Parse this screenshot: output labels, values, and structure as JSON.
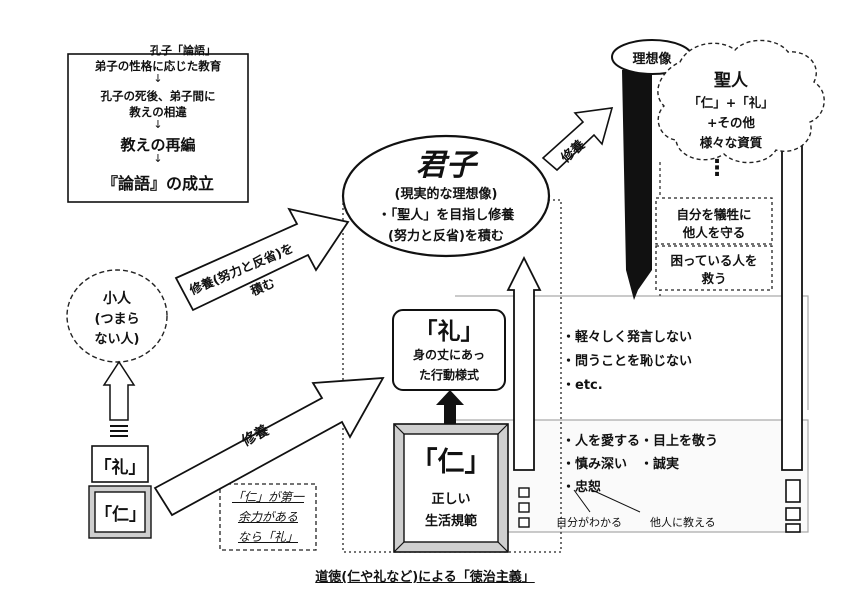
{
  "source_box": {
    "header": "孔子「論語」",
    "step1": "弟子の性格に応じた教育",
    "step2_line1": "孔子の死後、弟子間に",
    "step2_line2": "教えの相違",
    "step3": "教えの再編",
    "step4": "『論語』の成立",
    "arrow": "↓"
  },
  "shoujin": {
    "line1": "小人",
    "line2": "(つまら",
    "line3": "ない人)"
  },
  "left_boxes": {
    "rei": "「礼」",
    "jin": "「仁」"
  },
  "note_box": {
    "line1": "「仁」が第一",
    "line2": "余力がある",
    "line3": "なら「礼」"
  },
  "arrows": {
    "shugyo_lower": "修養",
    "shugyo_upper_line1": "修養(努力と反省)を",
    "shugyo_upper_line2": "積む",
    "shugyo_top": "修養"
  },
  "kunshi": {
    "title": "君子",
    "line1": "(現実的な理想像)",
    "line2": "・「聖人」を目指し修養",
    "line3": "(努力と反省)を積む"
  },
  "rei_box": {
    "title": "「礼」",
    "line1": "身の丈にあっ",
    "line2": "た行動様式"
  },
  "jin_box": {
    "title": "「仁」",
    "line1": "正しい",
    "line2": "生活規範"
  },
  "rei_points": {
    "p1": "・軽々しく発言しない",
    "p2": "・問うことを恥じない",
    "p3": "・etc."
  },
  "jin_points": {
    "p1": "・人を愛する・目上を敬う",
    "p2": "・慎み深い　・誠実",
    "p3": "・忠恕",
    "note_left": "自分がわかる",
    "note_right": "他人に教える"
  },
  "ideal": {
    "label": "理想像",
    "seijin": "聖人",
    "line1": "「仁」+「礼」",
    "line2": "+その他",
    "line3": "様々な資質",
    "dots": "⋮",
    "sacrifice_line1": "自分を犠牲に",
    "sacrifice_line2": "他人を守る",
    "help_line1": "困っている人を",
    "help_line2": "救う"
  },
  "footer": "道徳(仁や礼など)による「徳治主義」"
}
